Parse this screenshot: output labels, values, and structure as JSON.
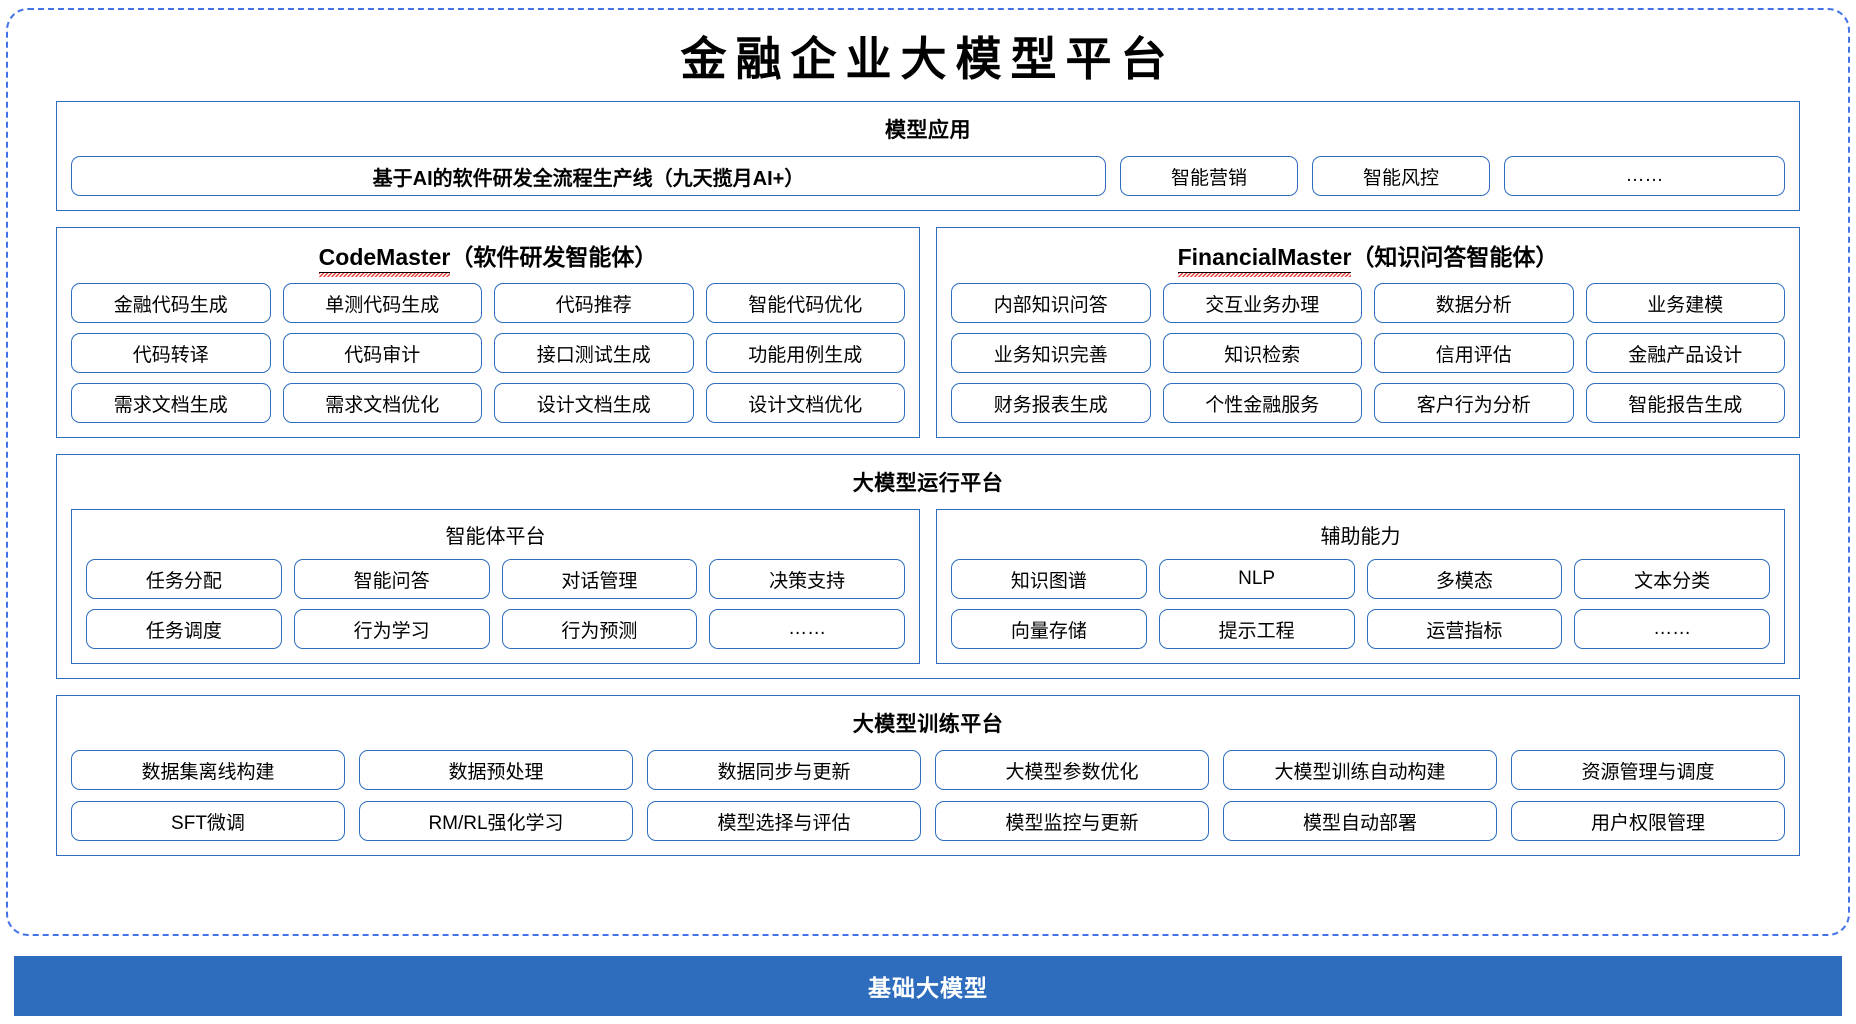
{
  "page": {
    "title": "金融企业大模型平台",
    "base_bar_label": "基础大模型",
    "accent_blue": "#2E6DBE",
    "dashed_border_blue": "#4472E8"
  },
  "model_application": {
    "title": "模型应用",
    "flagship": "基于AI的软件研发全流程生产线（九天揽月AI+）",
    "apps": [
      "智能营销",
      "智能风控"
    ],
    "more": "……"
  },
  "agents": [
    {
      "name_en": "CodeMaster",
      "name_cn": "（软件研发智能体）",
      "items": [
        "金融代码生成",
        "单测代码生成",
        "代码推荐",
        "智能代码优化",
        "代码转译",
        "代码审计",
        "接口测试生成",
        "功能用例生成",
        "需求文档生成",
        "需求文档优化",
        "设计文档生成",
        "设计文档优化"
      ]
    },
    {
      "name_en": "FinancialMaster",
      "name_cn": "（知识问答智能体）",
      "items": [
        "内部知识问答",
        "交互业务办理",
        "数据分析",
        "业务建模",
        "业务知识完善",
        "知识检索",
        "信用评估",
        "金融产品设计",
        "财务报表生成",
        "个性金融服务",
        "客户行为分析",
        "智能报告生成"
      ]
    }
  ],
  "runtime_platform": {
    "title": "大模型运行平台",
    "panels": [
      {
        "title": "智能体平台",
        "items": [
          "任务分配",
          "智能问答",
          "对话管理",
          "决策支持",
          "任务调度",
          "行为学习",
          "行为预测",
          "……"
        ]
      },
      {
        "title": "辅助能力",
        "items": [
          "知识图谱",
          "NLP",
          "多模态",
          "文本分类",
          "向量存储",
          "提示工程",
          "运营指标",
          "……"
        ]
      }
    ]
  },
  "training_platform": {
    "title": "大模型训练平台",
    "items": [
      "数据集离线构建",
      "数据预处理",
      "数据同步与更新",
      "大模型参数优化",
      "大模型训练自动构建",
      "资源管理与调度",
      "SFT微调",
      "RM/RL强化学习",
      "模型选择与评估",
      "模型监控与更新",
      "模型自动部署",
      "用户权限管理"
    ]
  }
}
